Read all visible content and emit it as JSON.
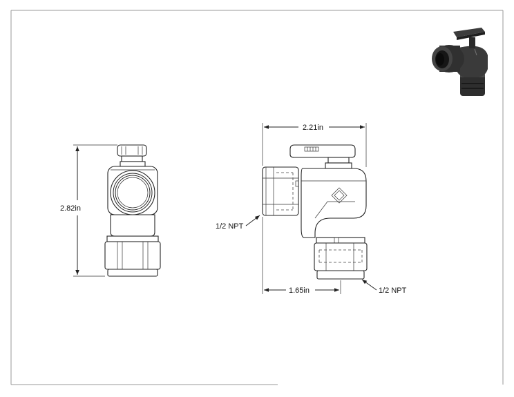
{
  "drawing": {
    "front_view": {
      "height_dim": "2.82in"
    },
    "side_view": {
      "width_dim": "2.21in",
      "offset_dim": "1.65in",
      "inlet_callout": "1/2 NPT",
      "outlet_callout": "1/2 NPT"
    },
    "iso_view": {
      "icon": "angle-ball-valve-render"
    }
  }
}
